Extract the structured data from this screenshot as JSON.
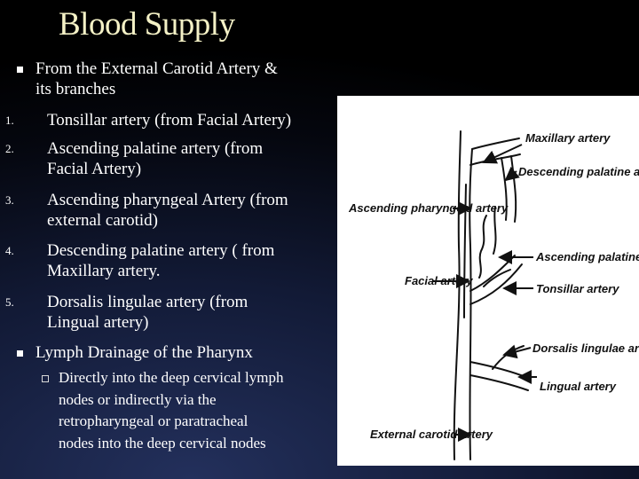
{
  "title": "Blood Supply",
  "bullets": {
    "main1": "From the External Carotid Artery & its branches",
    "main1_line1": "From the External Carotid Artery &",
    "main1_line2": "its branches",
    "items": [
      {
        "num": "1.",
        "line1": "Tonsillar artery (from Facial Artery)",
        "line2": ""
      },
      {
        "num": "2.",
        "line1": "Ascending palatine artery (from",
        "line2": "Facial Artery)"
      },
      {
        "num": "3.",
        "line1": "Ascending pharyngeal Artery (from",
        "line2": "external carotid)"
      },
      {
        "num": "4.",
        "line1": "Descending palatine artery ( from",
        "line2": "Maxillary artery."
      },
      {
        "num": "5.",
        "line1": "Dorsalis lingulae artery (from",
        "line2": "Lingual artery)"
      }
    ],
    "main2": "Lymph Drainage of the Pharynx",
    "sub": {
      "line1": "Directly into the deep cervical lymph",
      "line2": "nodes or indirectly via the",
      "line3": "retropharyngeal or paratracheal",
      "line4": "nodes into the deep cervical nodes"
    }
  },
  "diagram": {
    "labels": {
      "maxillary": "Maxillary artery",
      "descending_palatine": "Descending palatine artery",
      "ascending_pharyngeal": "Ascending pharyngeal artery",
      "ascending_palatine": "Ascending palatine artery",
      "facial": "Facial artery",
      "tonsillar": "Tonsillar artery",
      "dorsalis": "Dorsalis lingulae artery",
      "lingual": "Lingual artery",
      "external_carotid": "External carotid artery"
    }
  }
}
